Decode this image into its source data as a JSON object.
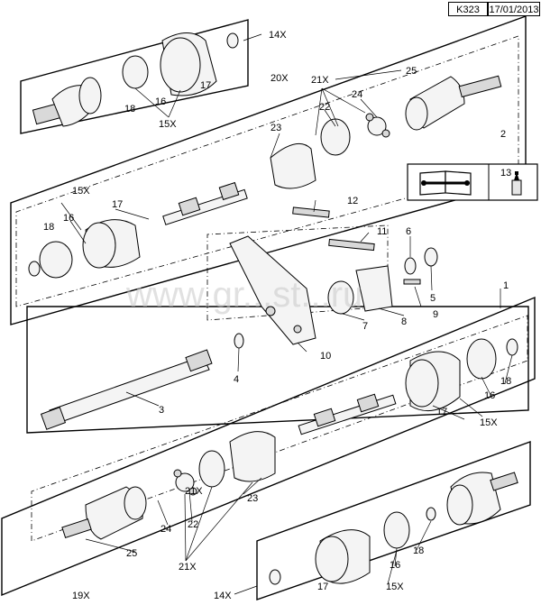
{
  "header": {
    "code": "K323",
    "date": "17/01/2013"
  },
  "watermark": "www.gr...st...ru",
  "legend": {
    "book_icon": "manual-book-wrench-icon",
    "item_number": "13",
    "item_icon": "lubricant-tube-icon"
  },
  "callouts": {
    "c1": "1",
    "c2": "2",
    "c3": "3",
    "c4": "4",
    "c5": "5",
    "c6": "6",
    "c7": "7",
    "c8": "8",
    "c9": "9",
    "c10": "10",
    "c11": "11",
    "c12": "12",
    "c13": "13",
    "c14x": "14X",
    "c15x": "15X",
    "c16": "16",
    "c17": "17",
    "c18": "18",
    "c19x": "19X",
    "c20x": "20X",
    "c21x": "21X",
    "c22": "22",
    "c23": "23",
    "c24": "24",
    "c25": "25"
  }
}
